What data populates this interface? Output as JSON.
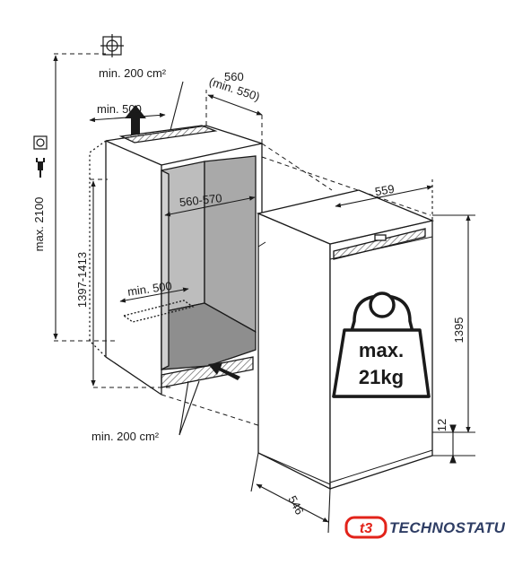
{
  "labels": {
    "vent_top": "min. 200 cm²",
    "vent_bottom": "min. 200 cm²",
    "depth_top": "min. 500",
    "depth_bottom": "min. 500",
    "niche_depth": "560",
    "niche_depth_min": "(min. 550)",
    "niche_width": "560-570",
    "max_height": "max. 2100",
    "niche_height": "1397-1413",
    "appliance_width": "559",
    "appliance_height": "1395",
    "appliance_depth": "546",
    "plinth_gap": "12"
  },
  "weight": {
    "line1": "max.",
    "line2": "21kg"
  },
  "brand": {
    "name": "TECHNOSTATUS",
    "logo_text": "t3"
  },
  "icons": [
    "water-connection-icon",
    "power-socket-icon",
    "power-plug-icon",
    "weight-icon",
    "arrow-up-icon",
    "arrow-in-icon"
  ],
  "colors": {
    "line": "#1a1a1a",
    "inner_wall": "#b5b5b5",
    "inner_floor": "#8e8e8e",
    "brand_red": "#e2231a",
    "brand_blue": "#2e3d64"
  }
}
